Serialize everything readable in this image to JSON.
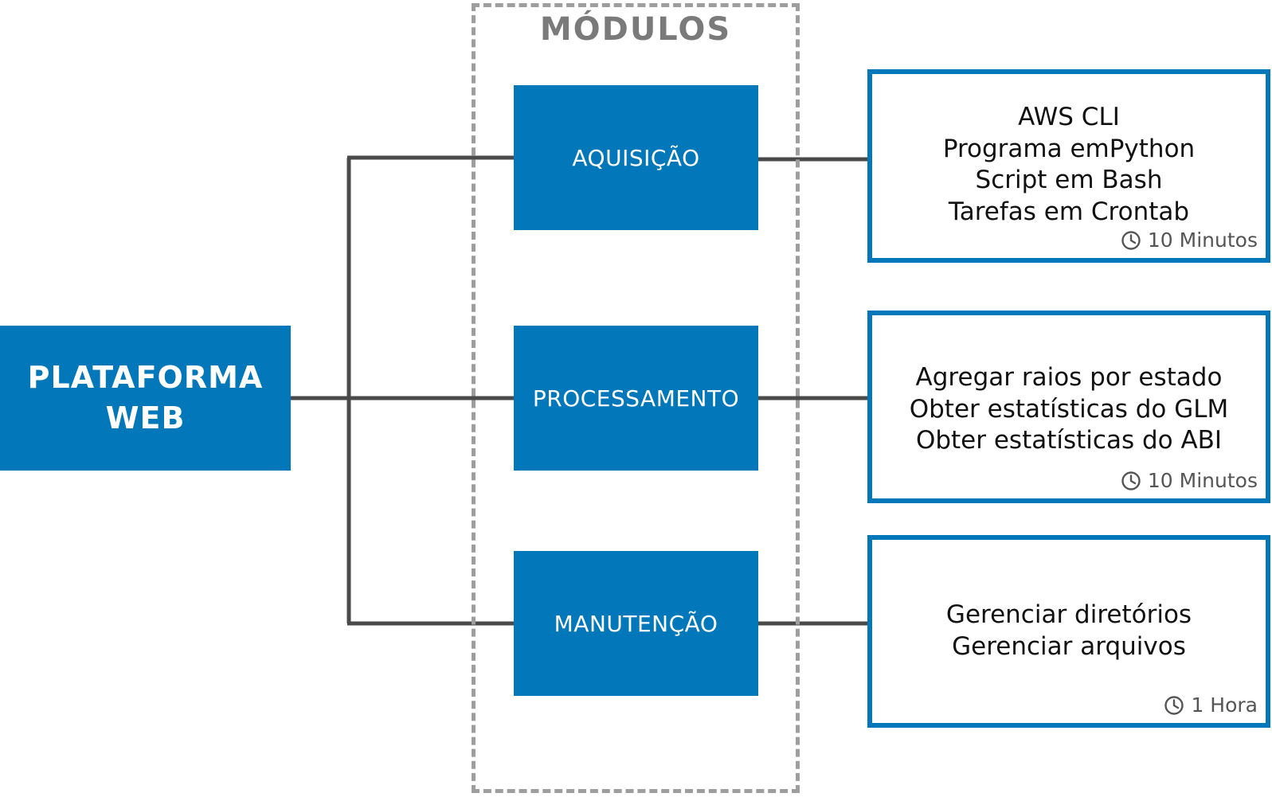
{
  "modules_title": "MÓDULOS",
  "platform": {
    "line1": "PLATAFORMA",
    "line2": "WEB"
  },
  "modules": [
    {
      "label": "AQUISIÇÃO",
      "details": [
        "AWS CLI",
        "Programa emPython",
        "Script em Bash",
        "Tarefas em Crontab"
      ],
      "interval": "10 Minutos",
      "interval_icon": "clock-icon"
    },
    {
      "label": "PROCESSAMENTO",
      "details": [
        "Agregar raios por estado",
        "Obter estatísticas do GLM",
        "Obter estatísticas do ABI"
      ],
      "interval": "10 Minutos",
      "interval_icon": "clock-icon"
    },
    {
      "label": "MANUTENÇÃO",
      "details": [
        "Gerenciar diretórios",
        "Gerenciar arquivos"
      ],
      "interval": "1 Hora",
      "interval_icon": "clock-icon"
    }
  ],
  "colors": {
    "box_blue": "#0277b9",
    "connector": "#4a4a4a",
    "dashed_frame": "#9e9e9e",
    "title_gray": "#7a7a7a",
    "timer_gray": "#555555"
  }
}
